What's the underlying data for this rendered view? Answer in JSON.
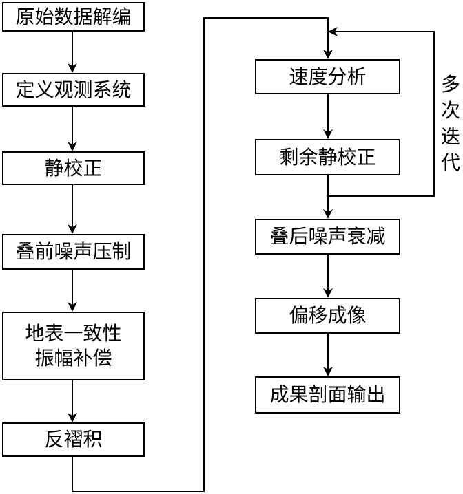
{
  "left_column": [
    {
      "id": "raw-data-decoding",
      "label": "原始数据解编"
    },
    {
      "id": "define-geometry",
      "label": "定义观测系统"
    },
    {
      "id": "static-correction",
      "label": "静校正"
    },
    {
      "id": "prestack-noise",
      "label": "叠前噪声压制"
    },
    {
      "id": "amplitude-compensation",
      "lines": [
        "地表一致性",
        "振幅补偿"
      ]
    },
    {
      "id": "deconvolution",
      "label": "反褶积"
    }
  ],
  "right_column": [
    {
      "id": "velocity-analysis",
      "label": "速度分析"
    },
    {
      "id": "residual-statics",
      "label": "剩余静校正"
    },
    {
      "id": "poststack-noise",
      "label": "叠后噪声衰减"
    },
    {
      "id": "migration",
      "label": "偏移成像"
    },
    {
      "id": "output-section",
      "label": "成果剖面输出"
    }
  ],
  "loop_label": [
    "多",
    "次",
    "迭",
    "代"
  ],
  "colors": {
    "line": "#000000",
    "box_border": "#000000",
    "background": "#ffffff"
  }
}
